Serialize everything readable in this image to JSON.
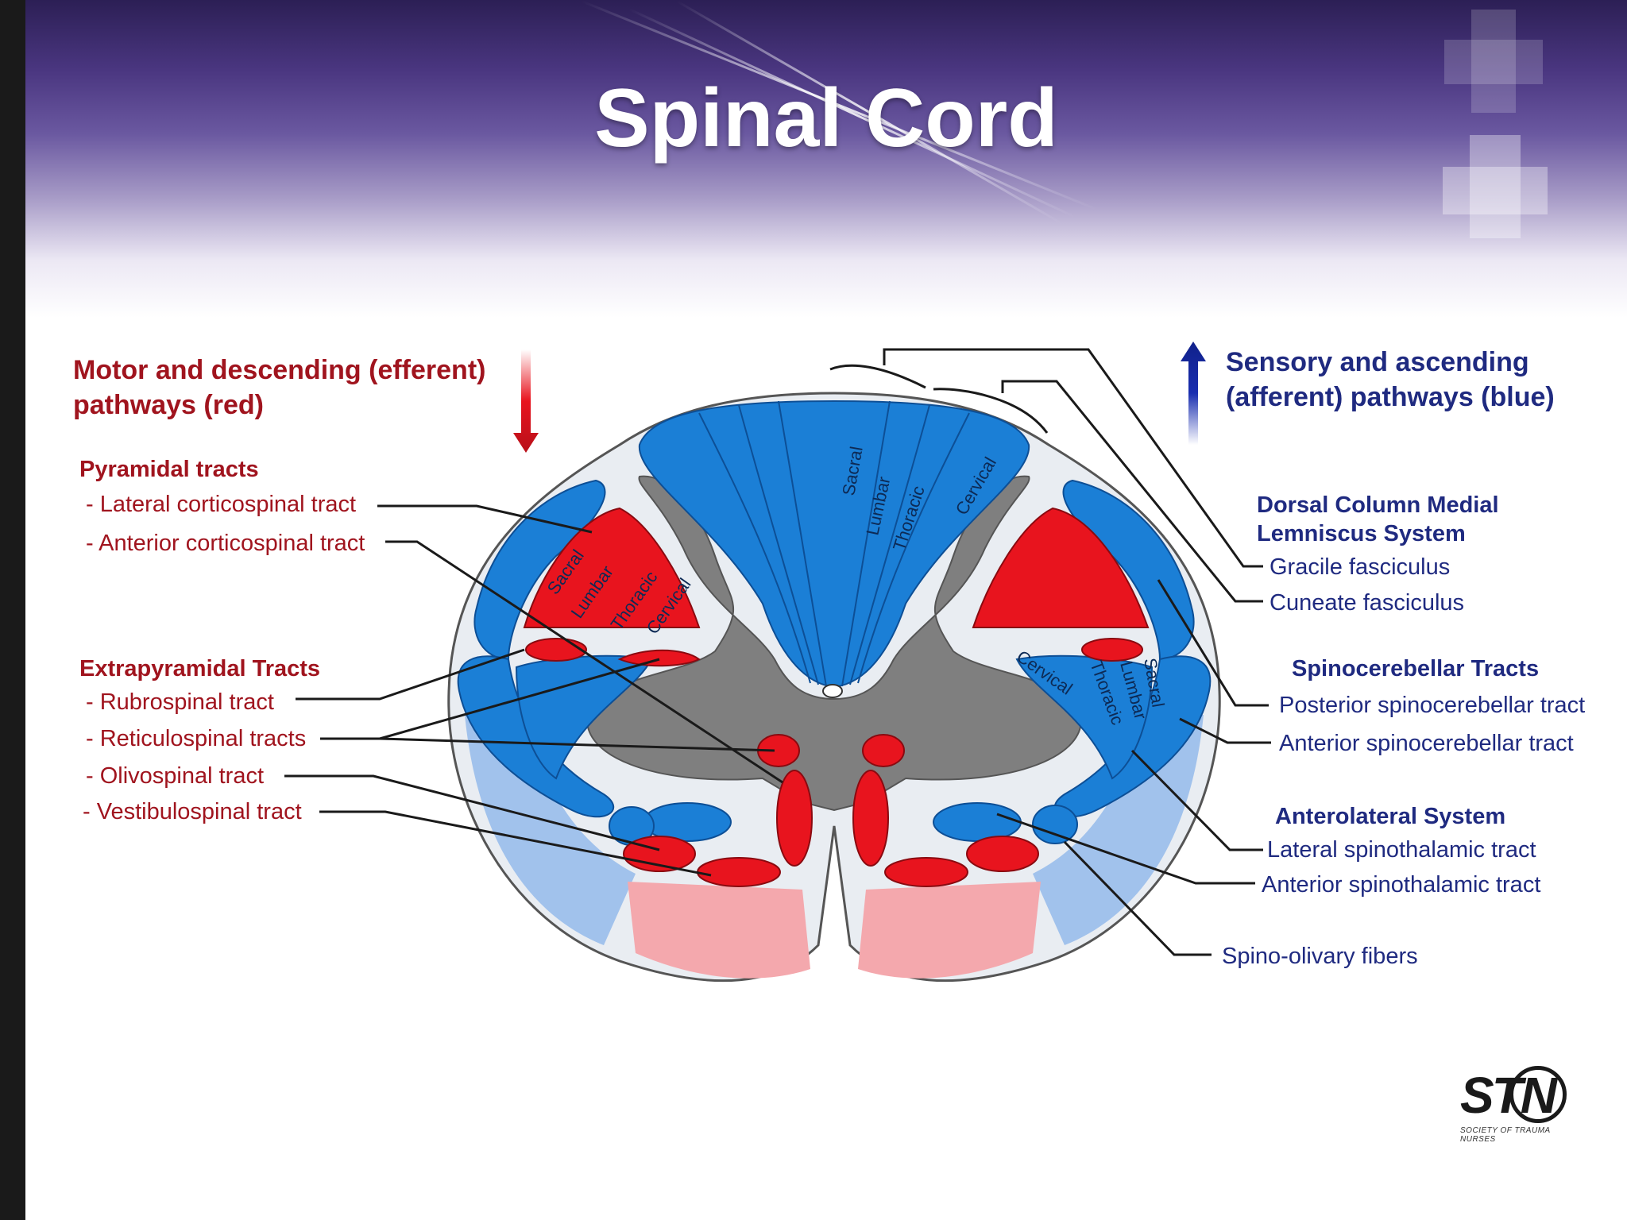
{
  "slide": {
    "title": "Spinal Cord"
  },
  "legend": {
    "motor_header": "Motor and descending (efferent) pathways   (red)",
    "sensory_header": "Sensory and ascending (afferent) pathways (blue)"
  },
  "left_labels": {
    "pyramidal_header": "Pyramidal tracts",
    "lateral_corticospinal": "- Lateral corticospinal tract",
    "anterior_corticospinal": "- Anterior corticospinal tract",
    "extrapyramidal_header": "Extrapyramidal Tracts",
    "rubrospinal": "- Rubrospinal tract",
    "reticulospinal": "- Reticulospinal tracts",
    "olivospinal": "- Olivospinal tract",
    "vestibulospinal": "- Vestibulospinal tract"
  },
  "right_labels": {
    "dcml_header": "Dorsal Column Medial Lemniscus System",
    "gracile": "Gracile fasciculus",
    "cuneate": "Cuneate fasciculus",
    "spinocerebellar_header": "Spinocerebellar Tracts",
    "posterior_spinocerebellar": "Posterior spinocerebellar tract",
    "anterior_spinocerebellar": "Anterior spinocerebellar tract",
    "anterolateral_header": "Anterolateral System",
    "lateral_spinothalamic": "Lateral spinothalamic tract",
    "anterior_spinothalamic": "Anterior spinothalamic tract",
    "spino_olivary": "Spino-olivary fibers"
  },
  "segments": {
    "dorsal": [
      "Sacral",
      "Lumbar",
      "Thoracic",
      "Cervical"
    ],
    "left_lateral": [
      "Sacral",
      "Lumbar",
      "Thoracic",
      "Cervical"
    ],
    "right_lateral": [
      "Cervical",
      "Thoracic",
      "Lumbar",
      "Sacral"
    ]
  },
  "logo": {
    "text": "STN",
    "subtext": "SOCIETY OF TRAUMA NURSES"
  },
  "colors": {
    "motor": "#e8141e",
    "sensory": "#1b7fd6",
    "grey_matter": "#808080",
    "label_red": "#a0141e",
    "label_blue": "#1f2a80"
  }
}
